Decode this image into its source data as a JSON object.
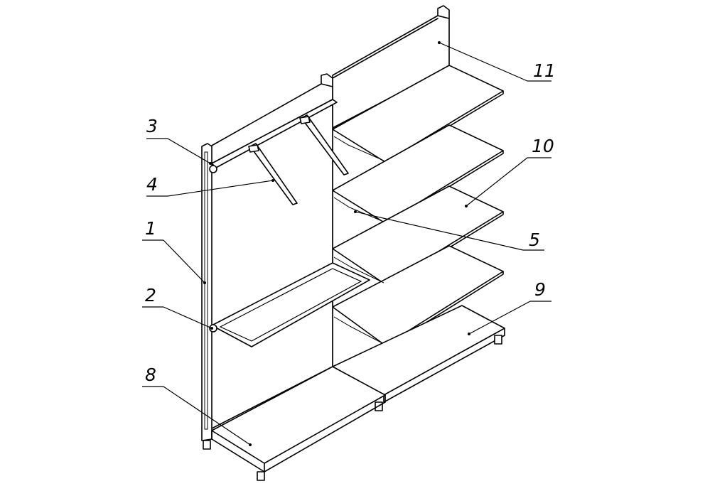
{
  "callouts": [
    {
      "id": "1",
      "label": "1"
    },
    {
      "id": "2",
      "label": "2"
    },
    {
      "id": "3",
      "label": "3"
    },
    {
      "id": "4",
      "label": "4"
    },
    {
      "id": "5",
      "label": "5"
    },
    {
      "id": "8",
      "label": "8"
    },
    {
      "id": "9",
      "label": "9"
    },
    {
      "id": "10",
      "label": "10"
    },
    {
      "id": "11",
      "label": "11"
    }
  ]
}
